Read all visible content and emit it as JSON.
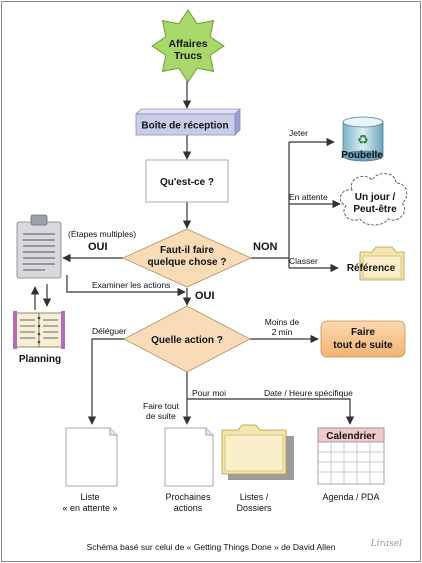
{
  "nodes": {
    "start": [
      "Affaires",
      "Trucs"
    ],
    "inbox": "Boîte de réception",
    "what": "Qu'est-ce ?",
    "decision_action": [
      "Faut-il faire",
      "quelque chose ?"
    ],
    "which_action": "Quelle action ?",
    "trash": "Poubelle",
    "someday": [
      "Un jour /",
      "Peut-être"
    ],
    "reference": "Référence",
    "do_now": [
      "Faire",
      "tout de suite"
    ],
    "calendar": "Calendrier",
    "planning": "Planning"
  },
  "edge_labels": {
    "jeter": "Jeter",
    "en_attente": "En attente",
    "classer": "Classer",
    "non": "NON",
    "oui_left": "OUI",
    "etapes": "(Étapes multiples)",
    "examiner": "Examiner les actions",
    "oui_down": "OUI",
    "deleguer": "Déléguer",
    "moins_de": [
      "Moins de",
      "2 min"
    ],
    "pour_moi": "Pour moi",
    "faire_tout": [
      "Faire tout",
      "de suite"
    ],
    "date_heure": "Date / Heure spécifique"
  },
  "outputs": {
    "liste_attente": [
      "Liste",
      "« en attente »"
    ],
    "prochaines": [
      "Prochaines",
      "actions"
    ],
    "listes_dossiers": [
      "Listes /",
      "Dossiers"
    ],
    "agenda": "Agenda / PDA"
  },
  "footer": "Schéma basé sur celui de « Getting Things Done » de David Allen",
  "signature": "Lirasel",
  "colors": {
    "star": "#a8d86a",
    "inbox": "#c9cde8",
    "diamond": "#f8dcb8",
    "do_now": "#f6c48c",
    "calendar_header": "#f2c8cc",
    "line": "#333333"
  }
}
